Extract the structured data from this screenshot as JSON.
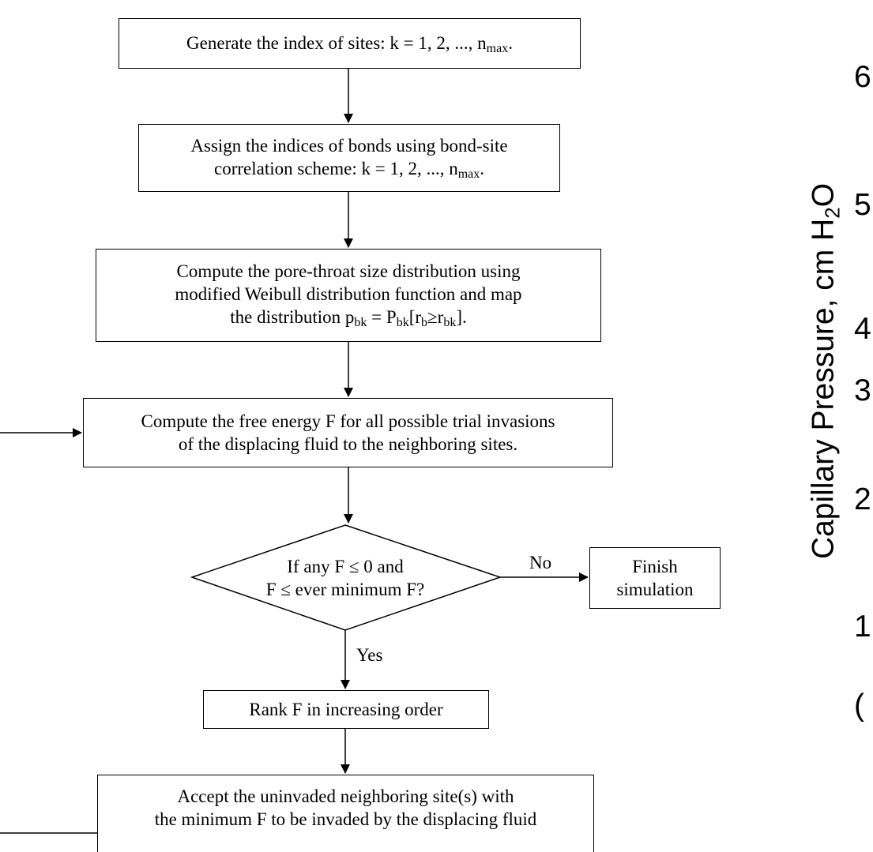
{
  "steps": {
    "generate": {
      "text": "Generate the index of sites: k = 1, 2, ..., n",
      "sub": "max",
      "tail": "."
    },
    "assign": {
      "line1": "Assign the indices of bonds using bond-site",
      "line2": "correlation scheme: k = 1, 2, ..., n",
      "sub": "max",
      "tail": "."
    },
    "compute_dist": {
      "line1": "Compute the pore-throat size distribution using",
      "line2": "modified Weibull distribution function and map",
      "line3_a": "the distribution p",
      "line3_sub1": "bk",
      "line3_b": " = P",
      "line3_sub2": "bk",
      "line3_c": "[r",
      "line3_sub3": "b",
      "line3_d": "≥r",
      "line3_sub4": "bk",
      "line3_e": "]."
    },
    "free_energy": {
      "line1": "Compute the free energy F for all possible trial invasions",
      "line2": "of the displacing fluid to the neighboring sites."
    },
    "decision": {
      "line1": "If any F ≤ 0 and",
      "line2": "F ≤ ever minimum F?"
    },
    "finish": {
      "line1": "Finish",
      "line2": "simulation"
    },
    "rank": {
      "text": "Rank F in increasing order"
    },
    "accept": {
      "line1": "Accept the uninvaded neighboring site(s) with",
      "line2": "the minimum F to be invaded by the displacing fluid"
    }
  },
  "edge_labels": {
    "no": "No",
    "yes": "Yes"
  },
  "right_panel": {
    "axis_label": "Capillary Pressure, cm H",
    "axis_label_sub": "2",
    "axis_label_tail": "O",
    "ticks": [
      "6",
      "5(",
      "4(",
      "3(",
      "2(",
      "1(",
      "("
    ]
  }
}
